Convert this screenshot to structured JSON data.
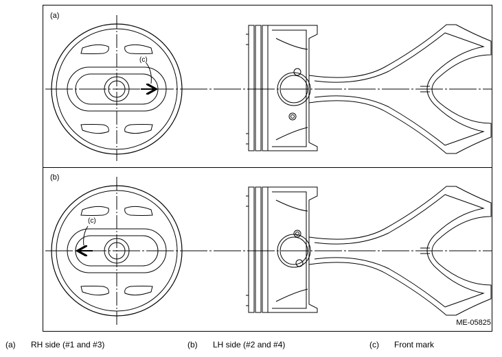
{
  "panels": [
    {
      "label": "(a)",
      "callout": "(c)"
    },
    {
      "label": "(b)",
      "callout": "(c)"
    }
  ],
  "figure_code": "ME-05825",
  "legend": [
    {
      "key": "(a)",
      "text": "RH side (#1 and #3)"
    },
    {
      "key": "(b)",
      "text": "LH side (#2 and #4)"
    },
    {
      "key": "(c)",
      "text": "Front mark"
    }
  ]
}
